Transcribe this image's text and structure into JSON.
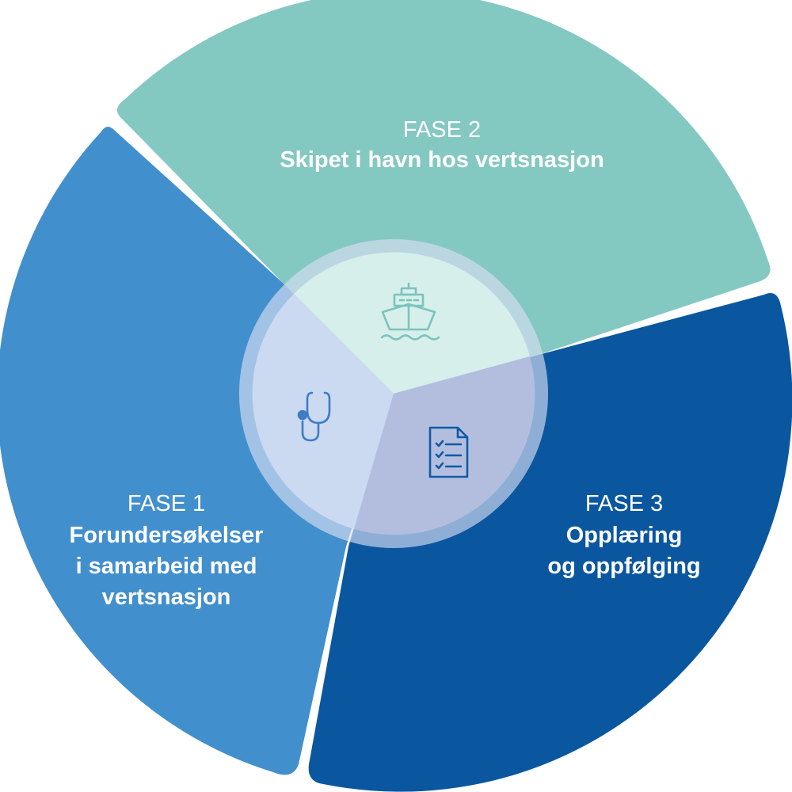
{
  "colors": {
    "phase1": "#428fcd",
    "phase2": "#84c8c2",
    "phase3": "#0a57a0",
    "hub_ring": "#c7d2ee",
    "icon_teal": "#7cc3bd",
    "icon_blue": "#3d7dc4",
    "icon_navy": "#0f5aa6"
  },
  "phases": [
    {
      "id": "phase1",
      "label": "FASE 1",
      "title_lines": [
        "Forundersøkelser",
        "i samarbeid med",
        "vertsnasjon"
      ],
      "icon": "stethoscope-icon"
    },
    {
      "id": "phase2",
      "label": "FASE 2",
      "title_lines": [
        "Skipet i havn hos vertsnasjon"
      ],
      "icon": "ship-icon"
    },
    {
      "id": "phase3",
      "label": "FASE 3",
      "title_lines": [
        "Opplæring",
        "og oppfølging"
      ],
      "icon": "checklist-document-icon"
    }
  ]
}
